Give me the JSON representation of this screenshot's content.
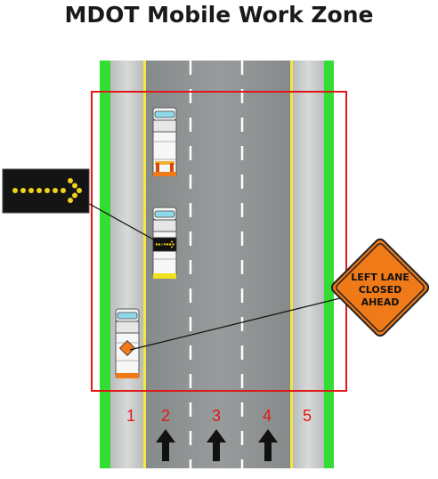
{
  "title": "MDOT Mobile Work Zone",
  "lanes": [
    {
      "number": "1"
    },
    {
      "number": "2"
    },
    {
      "number": "3"
    },
    {
      "number": "4"
    },
    {
      "number": "5"
    }
  ],
  "sign": {
    "line1": "LEFT LANE",
    "line2": "CLOSED",
    "line3": "AHEAD"
  },
  "colors": {
    "edge_line": "#33dd33",
    "yellow_line": "#f5e63a",
    "shoulder": "#c9cbcb",
    "roadway": "#8e9192",
    "zone_box": "#e01818",
    "lane_number": "#e01818",
    "sign_orange": "#f07a18",
    "arrow_board_light": "#f2d21a"
  },
  "icons": [
    "arrow-board-icon",
    "up-arrow-icon",
    "work-truck-icon",
    "road-sign-icon"
  ]
}
